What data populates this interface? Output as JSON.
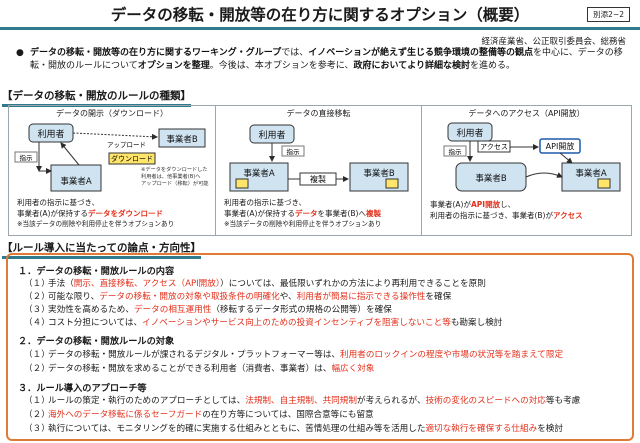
{
  "header": {
    "title": "データの移転・開放等の在り方に関するオプション（概要）",
    "badge": "別添2−2",
    "org": "経済産業省、公正取引委員会、総務省"
  },
  "intro": {
    "bullet": "●",
    "p1": "データの移転・開放等の在り方に関するワーキング・グループ",
    "p2": "では、",
    "p3": "イノベーションが絶えず生じる競争環境の整備等の観点",
    "p4": "を中心に、",
    "p5": "データの移転・開放のルールについて",
    "p6": "オプションを整理",
    "p7": "。今後は、本オプションを参考に、",
    "p8": "政府においてより詳細な検討",
    "p9": "を進める。"
  },
  "section1": {
    "heading": "【データの移転・開放のルールの種類】",
    "panels": [
      {
        "title": "データの開示（ダウンロード）",
        "user": "利用者",
        "biz_b": "事業者B",
        "biz_a": "事業者A",
        "instruct": "指示",
        "upload": "アップロード",
        "download": "ダウンロード",
        "side_note_1": "※データをダウンロードした",
        "side_note_2": "利用者は、他事業者(B)へ",
        "side_note_3": "アップロード（移転）が可能",
        "cap1": "利用者の指示に基づき、",
        "cap2a": "事業者(A)が保持する",
        "cap2b": "データをダウンロード",
        "note": "※当該データの削除や利用停止を伴うオプションあり"
      },
      {
        "title": "データの直接移転",
        "user": "利用者",
        "biz_a": "事業者A",
        "biz_b": "事業者B",
        "instruct": "指示",
        "copy": "複製",
        "cap1": "利用者の指示に基づき、",
        "cap2a": "事業者(A)が保持する",
        "cap2b": "データ",
        "cap2c": "を事業者(B)へ",
        "cap2d": "複製",
        "note": "※当該データの削除や利用停止を伴うオプションあり"
      },
      {
        "title": "データへのアクセス（API開放）",
        "user": "利用者",
        "biz_a": "事業者A",
        "biz_b": "事業者B",
        "instruct": "指示",
        "access": "アクセス",
        "api": "API開放",
        "cap1a": "事業者(A)が",
        "cap1b": "API開放",
        "cap1c": "し、",
        "cap2a": "利用者の指示に基づき、事業者(B)が",
        "cap2b": "アクセス"
      }
    ]
  },
  "section2": {
    "heading": "【ルール導入に当たっての論点・方向性】",
    "groups": [
      {
        "title": "１．データの移転・開放ルールの内容",
        "items": [
          {
            "num": "（１）",
            "parts": [
              {
                "t": "手法（",
                "c": ""
              },
              {
                "t": "開示、直接移転、アクセス（API開放）",
                "c": "red"
              },
              {
                "t": "）については、最低限いずれかの方法により再利用できることを原則",
                "c": ""
              }
            ]
          },
          {
            "num": "（２）",
            "parts": [
              {
                "t": "可能な限り、",
                "c": ""
              },
              {
                "t": "データの移転・開放の対象や取扱条件の明確化",
                "c": "red"
              },
              {
                "t": "や、",
                "c": ""
              },
              {
                "t": "利用者が簡易に指示できる操作性",
                "c": "red"
              },
              {
                "t": "を確保",
                "c": ""
              }
            ]
          },
          {
            "num": "（３）",
            "parts": [
              {
                "t": "実効性を高めるため、",
                "c": ""
              },
              {
                "t": "データの相互運用性",
                "c": "red"
              },
              {
                "t": "（移転するデータ形式の規格の公開等）を確保",
                "c": ""
              }
            ]
          },
          {
            "num": "（４）",
            "parts": [
              {
                "t": "コスト分担については、",
                "c": ""
              },
              {
                "t": "イノベーションやサービス向上のための投資インセンティブを阻害しないこと等",
                "c": "red"
              },
              {
                "t": "も勘案し検討",
                "c": ""
              }
            ]
          }
        ]
      },
      {
        "title": "２．データの移転・開放ルールの対象",
        "items": [
          {
            "num": "（１）",
            "parts": [
              {
                "t": "データの移転・開放ルールが課されるデジタル・プラットフォーマー等は、",
                "c": ""
              },
              {
                "t": "利用者のロックインの程度や市場の状況等を踏まえて限定",
                "c": "red"
              }
            ]
          },
          {
            "num": "（２）",
            "parts": [
              {
                "t": "データの移転・開放を求めることができる利用者（消費者、事業者）は、",
                "c": ""
              },
              {
                "t": "幅広く対象",
                "c": "red"
              }
            ]
          }
        ]
      },
      {
        "title": "３．ルール導入のアプローチ等",
        "items": [
          {
            "num": "（１）",
            "parts": [
              {
                "t": "ルールの策定・執行のためのアプローチとしては、",
                "c": ""
              },
              {
                "t": "法規制、自主規制、共同規制",
                "c": "red"
              },
              {
                "t": "が考えられるが、",
                "c": ""
              },
              {
                "t": "技術の変化のスピードへの対応",
                "c": "red"
              },
              {
                "t": "等も考慮",
                "c": ""
              }
            ]
          },
          {
            "num": "（２）",
            "parts": [
              {
                "t": "海外へのデータ移転に係るセーフガード",
                "c": "red"
              },
              {
                "t": "の在り方等については、国際合意等にも留意",
                "c": ""
              }
            ]
          },
          {
            "num": "（３）",
            "parts": [
              {
                "t": "執行については、モニタリングを的確に実施する仕組みとともに、苦情処理の仕組み等を活用した",
                "c": ""
              },
              {
                "t": "適切な執行を確保する仕組み",
                "c": "red"
              },
              {
                "t": "を検討",
                "c": ""
              }
            ]
          }
        ]
      }
    ]
  }
}
